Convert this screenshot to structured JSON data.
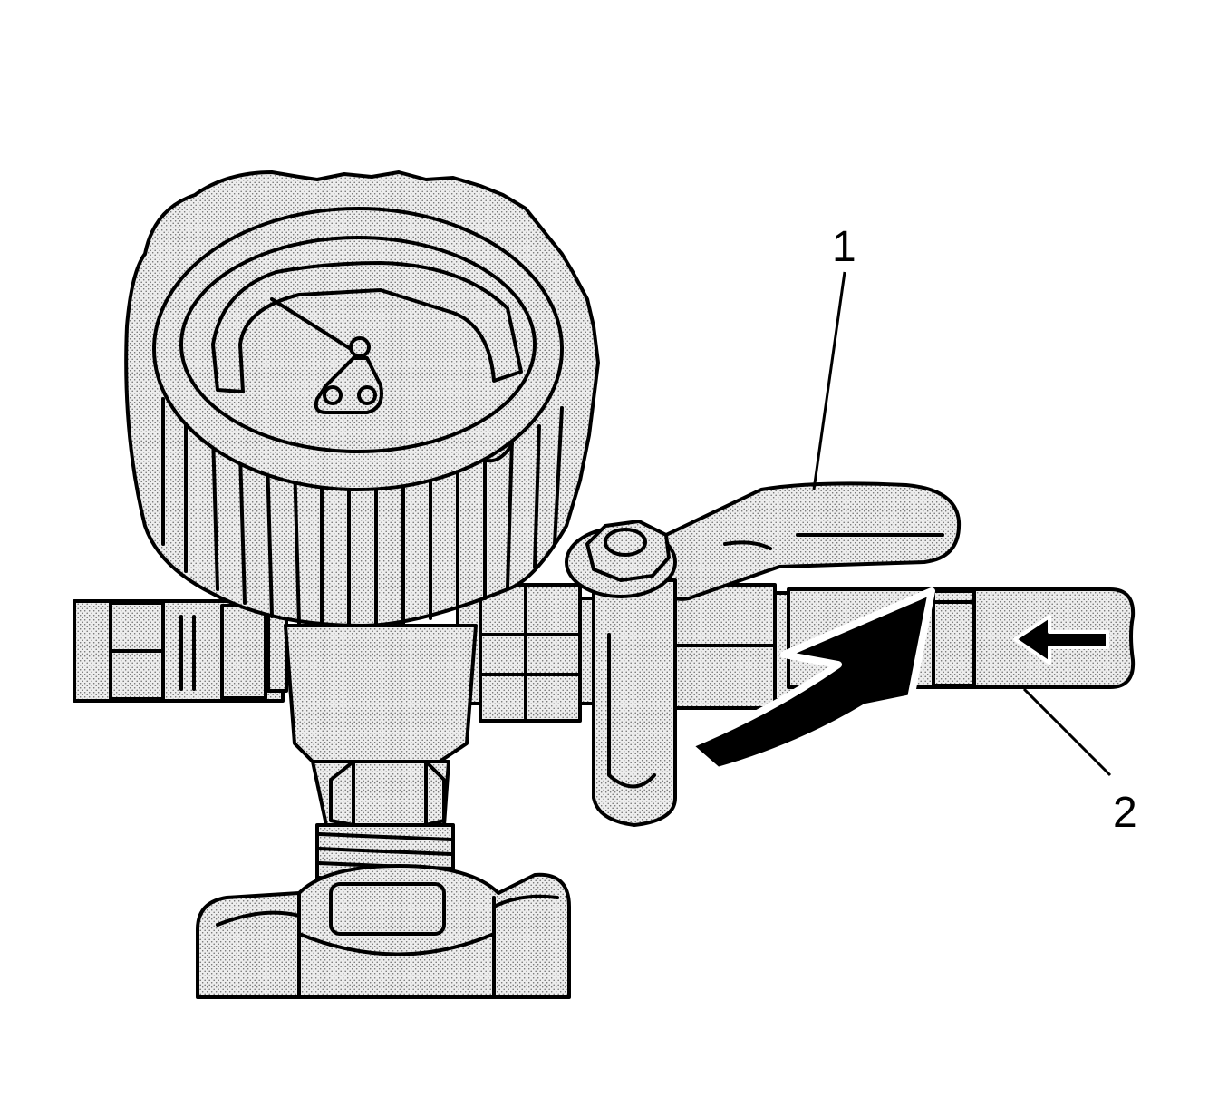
{
  "figure": {
    "callouts": [
      {
        "number": "1",
        "part": "valve-handle"
      },
      {
        "number": "2",
        "part": "hose"
      }
    ],
    "colors": {
      "ink": "#000000",
      "fill": "#e3e3e3",
      "stipple": "#6a6a6a",
      "background": "#ffffff"
    }
  }
}
